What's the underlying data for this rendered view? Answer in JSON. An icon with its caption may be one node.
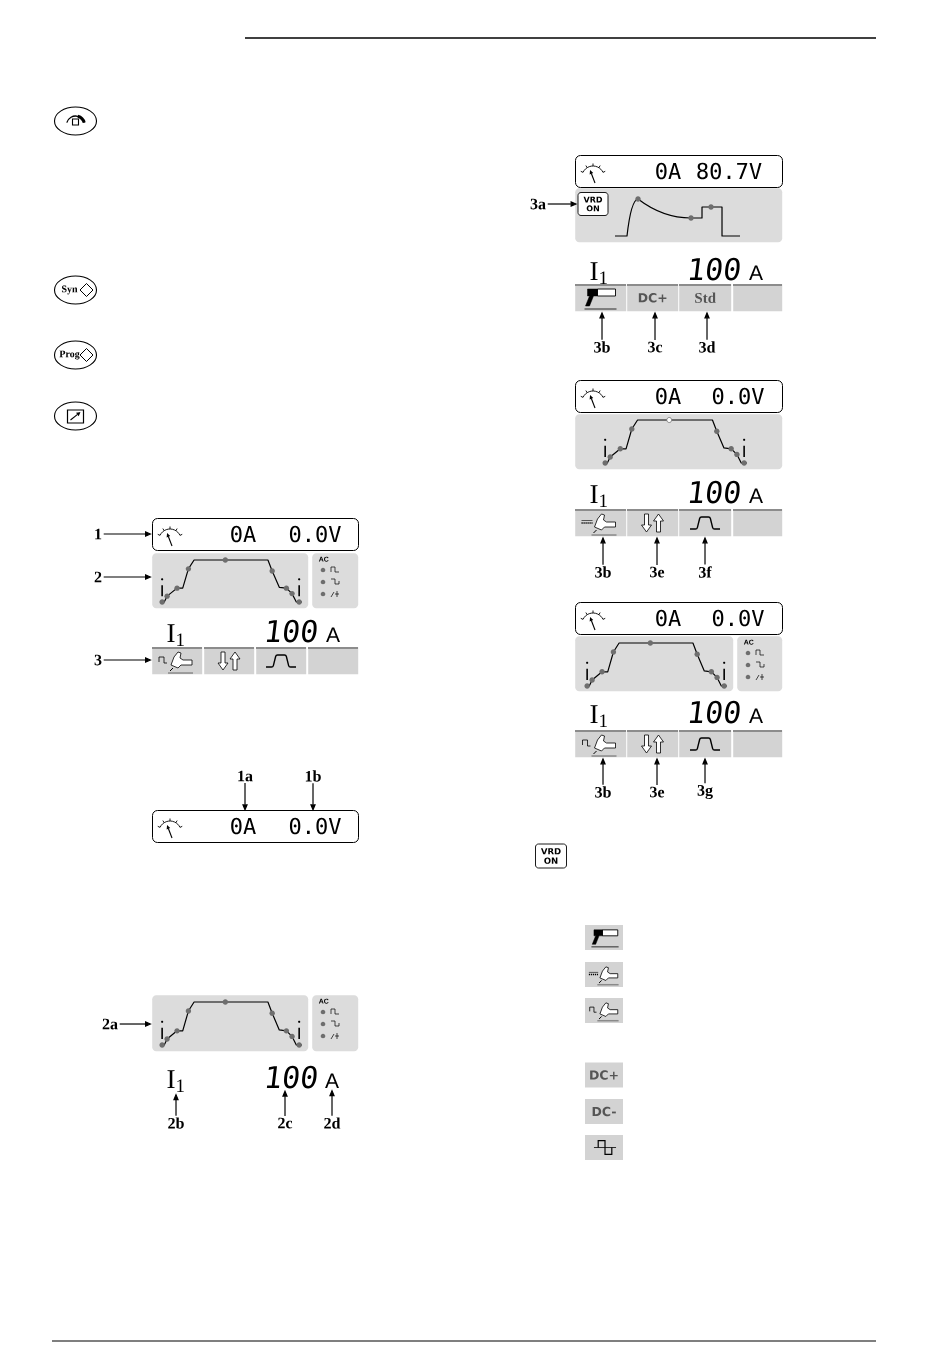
{
  "diagram": {
    "nodes": [
      {
        "text": [],
        "shape": "ellipse"
      },
      {
        "text": [
          "Syn"
        ]
      },
      {
        "text": [
          "Prog"
        ]
      },
      {
        "text": [],
        "shape": "ellipse"
      },
      {
        "text": [
          "1"
        ]
      },
      {
        "text": [
          "0A",
          "0.0V"
        ]
      },
      {
        "text": [
          "2"
        ]
      },
      {
        "text": [],
        "shape": "box"
      },
      {
        "text": [
          "AC"
        ]
      },
      {
        "text": [
          "3"
        ]
      },
      {
        "text": [],
        "shape": "box"
      },
      {
        "text": [],
        "shape": "box"
      },
      {
        "text": [],
        "shape": "box"
      },
      {
        "text": [],
        "shape": "box"
      },
      {
        "text": [
          "1a"
        ]
      },
      {
        "text": [
          "1b"
        ]
      },
      {
        "text": [],
        "shape": "box"
      },
      {
        "text": [
          "0A"
        ],
        "in": 16
      },
      {
        "text": [
          "0.0V"
        ],
        "in": 16
      },
      {
        "text": [
          "2a"
        ]
      },
      {
        "text": [],
        "shape": "box"
      },
      {
        "text": [
          "AC"
        ]
      },
      {
        "text": [
          "I$_{1}$"
        ]
      },
      {
        "text": [
          "100"
        ]
      },
      {
        "text": [
          "A"
        ]
      },
      {
        "text": [
          "2b"
        ]
      },
      {
        "text": [
          "2c"
        ]
      },
      {
        "text": [
          "2d"
        ]
      },
      {
        "text": [
          "0A",
          "80.7V"
        ]
      },
      {
        "text": [
          "3a"
        ]
      },
      {
        "text": [],
        "shape": "box"
      },
      {
        "text": [
          "VRD ON"
        ],
        "in": 30
      },
      {
        "text": [],
        "shape": "box"
      },
      {
        "text": [
          "DC+"
        ]
      },
      {
        "text": [
          "Std"
        ]
      },
      {
        "text": [],
        "shape": "box"
      },
      {
        "text": [
          "3b"
        ]
      },
      {
        "text": [
          "3c"
        ]
      },
      {
        "text": [
          "3d"
        ]
      },
      {
        "text": [
          "0A",
          "0.0V"
        ]
      },
      {
        "text": [],
        "shape": "box"
      },
      {
        "text": [],
        "shape": "box"
      },
      {
        "text": [],
        "shape": "box"
      },
      {
        "text": [],
        "shape": "box"
      },
      {
        "text": [],
        "shape": "box"
      },
      {
        "text": [
          "3b"
        ]
      },
      {
        "text": [
          "3e"
        ]
      },
      {
        "text": [
          "3f"
        ]
      },
      {
        "text": [
          "0A",
          "0.0V"
        ]
      },
      {
        "text": [],
        "shape": "box"
      },
      {
        "text": [
          "AC"
        ]
      },
      {
        "text": [],
        "shape": "box"
      },
      {
        "text": [],
        "shape": "box"
      },
      {
        "text": [],
        "shape": "box"
      },
      {
        "text": [],
        "shape": "box"
      },
      {
        "text": [
          "3b"
        ]
      },
      {
        "text": [
          "3e"
        ]
      },
      {
        "text": [
          "3g"
        ]
      },
      {
        "text": [
          "VRD ON"
        ]
      },
      {
        "text": [],
        "shape": "box"
      },
      {
        "text": [],
        "shape": "box"
      },
      {
        "text": [],
        "shape": "box"
      },
      {
        "text": [
          "DC+"
        ]
      },
      {
        "text": [
          "DC-"
        ]
      },
      {
        "text": [],
        "shape": "box"
      }
    ],
    "edges": [
      {
        "from": 4,
        "to": 5,
        "arrow": "to"
      },
      {
        "from": 6,
        "to": 7,
        "arrow": "to"
      },
      {
        "from": 9,
        "to": 10,
        "arrow": "to"
      },
      {
        "from": 14,
        "to": 17,
        "arrow": "to"
      },
      {
        "from": 15,
        "to": 18,
        "arrow": "to"
      },
      {
        "from": 19,
        "to": 20,
        "arrow": "to"
      },
      {
        "from": 25,
        "to": 22,
        "arrow": "to"
      },
      {
        "from": 26,
        "to": 23,
        "arrow": "to"
      },
      {
        "from": 27,
        "to": 24,
        "arrow": "to"
      },
      {
        "from": 29,
        "to": 31,
        "arrow": "to"
      },
      {
        "from": 36,
        "to": 32,
        "arrow": "to"
      },
      {
        "from": 37,
        "to": 33,
        "arrow": "to"
      },
      {
        "from": 38,
        "to": 34,
        "arrow": "to"
      },
      {
        "from": 45,
        "to": 41,
        "arrow": "to"
      },
      {
        "from": 46,
        "to": 42,
        "arrow": "to"
      },
      {
        "from": 47,
        "to": 43,
        "arrow": "to"
      },
      {
        "from": 55,
        "to": 51,
        "arrow": "to"
      },
      {
        "from": 56,
        "to": 52,
        "arrow": "to"
      },
      {
        "from": 57,
        "to": 53,
        "arrow": "to"
      }
    ],
    "labels": [
      "I$_{1}$",
      "100",
      "A",
      "I$_{1}$",
      "100",
      "A",
      "I$_{1}$",
      "100",
      "A",
      "I$_{1}$",
      "100",
      "A"
    ]
  }
}
